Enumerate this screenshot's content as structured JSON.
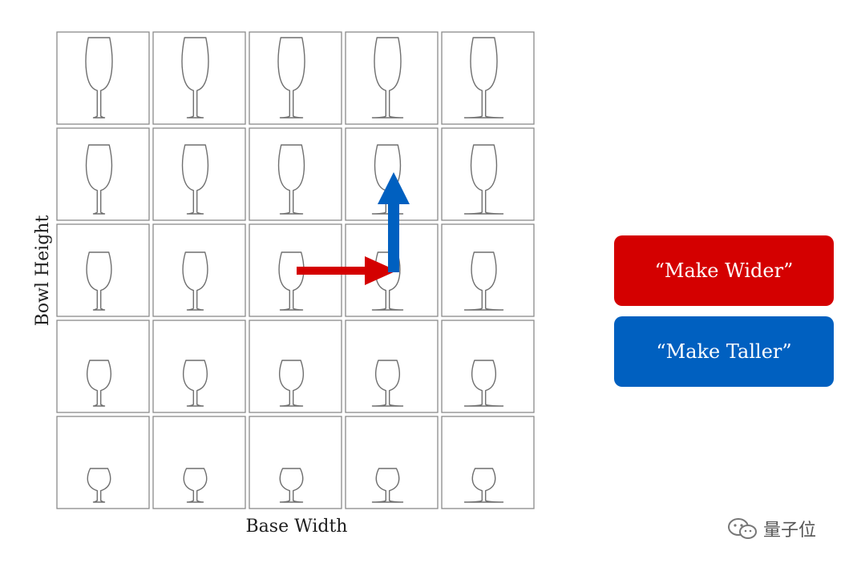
{
  "diagram": {
    "x_axis_label": "Base Width",
    "y_axis_label": "Bowl Height",
    "grid": {
      "rows": 5,
      "cols": 5,
      "row_order": "top = tallest bowl",
      "col_order": "left = narrowest base"
    }
  },
  "buttons": {
    "wider": {
      "label": "“Make Wider”",
      "color": "#d40000"
    },
    "taller": {
      "label": "“Make Taller”",
      "color": "#0060c0"
    }
  },
  "arrows": {
    "wider_color": "#d40000",
    "taller_color": "#0060c0"
  },
  "watermark": {
    "text": "量子位"
  }
}
